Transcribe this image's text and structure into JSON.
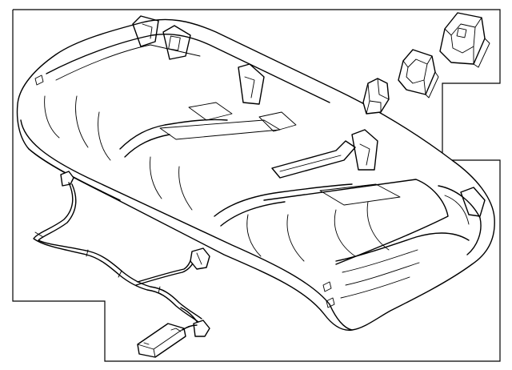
{
  "diagram": {
    "parts": [
      {
        "id": "seat-cushion-assembly",
        "icon": "seat-cushion"
      },
      {
        "id": "wiring-harness",
        "icon": "harness"
      },
      {
        "id": "control-module",
        "icon": "module"
      },
      {
        "id": "clip-small",
        "icon": "clip"
      },
      {
        "id": "bracket-medium",
        "icon": "bracket"
      },
      {
        "id": "bracket-large",
        "icon": "bracket"
      }
    ],
    "line_color": "#000000",
    "background": "#ffffff"
  }
}
